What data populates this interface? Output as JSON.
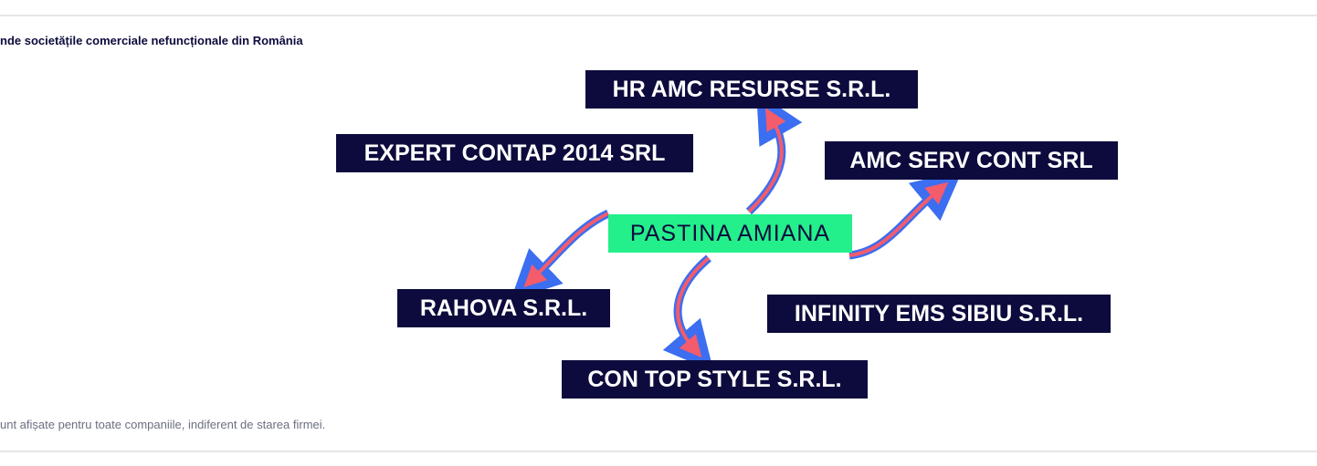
{
  "header": {
    "title": "nde societățile comerciale nefuncționale din România"
  },
  "diagram": {
    "center": "PASTINA AMIANA",
    "companies": [
      "HR AMC RESURSE S.R.L.",
      "EXPERT CONTAP 2014 SRL",
      "AMC SERV CONT SRL",
      "RAHOVA S.R.L.",
      "INFINITY EMS SIBIU S.R.L.",
      "CON TOP STYLE S.R.L."
    ],
    "colors": {
      "box": "#0d0b3d",
      "center": "#23f08b",
      "arrow_outer": "#3b6ef0",
      "arrow_inner": "#f45b6b"
    }
  },
  "footer": {
    "note": "unt afișate pentru toate companiile, indiferent de starea firmei."
  }
}
